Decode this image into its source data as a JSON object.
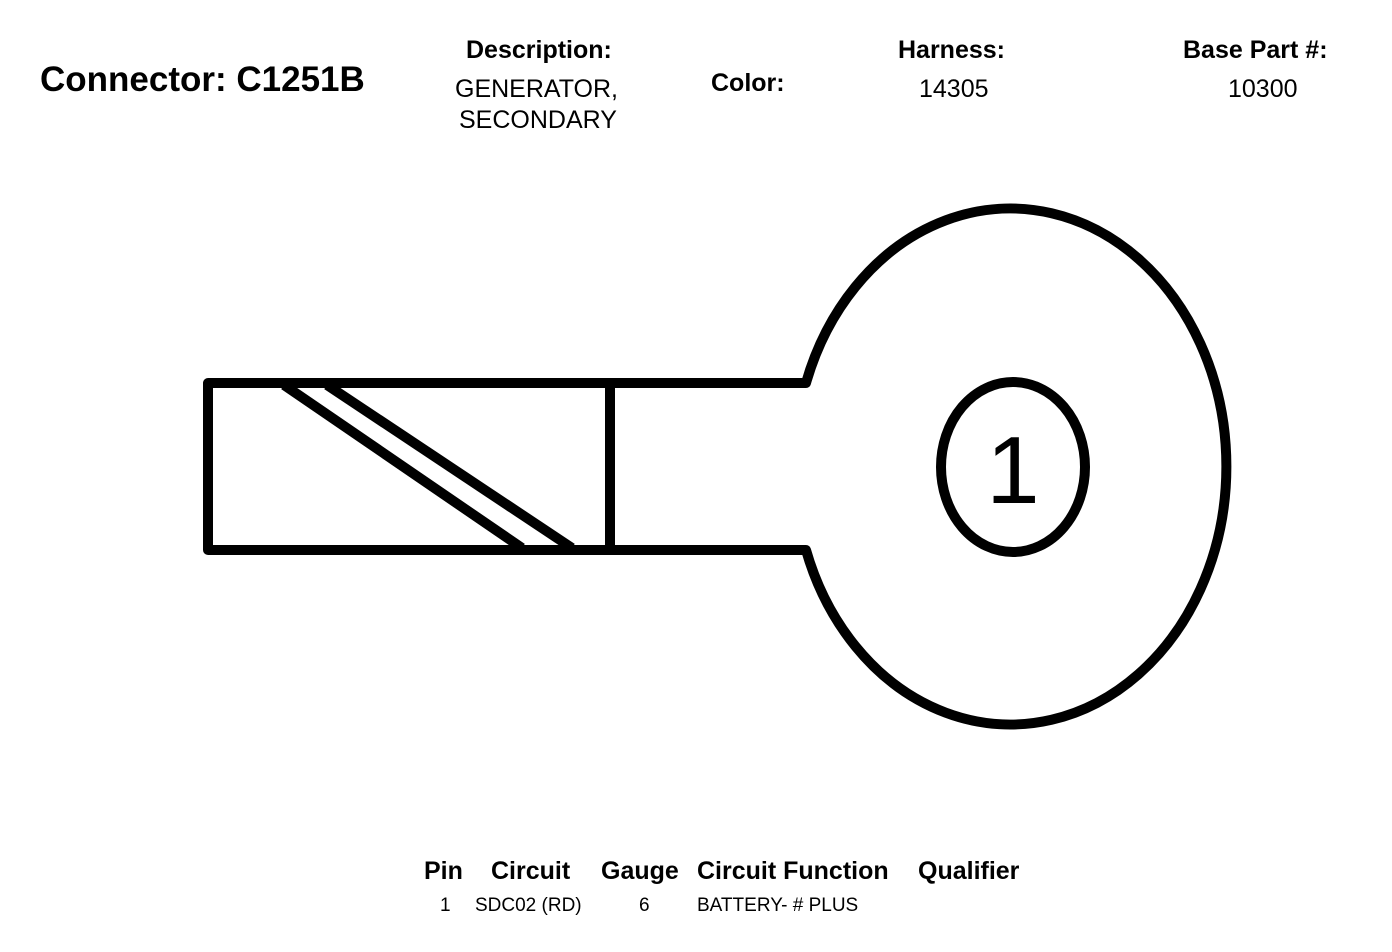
{
  "connector": {
    "title": "Connector: C1251B"
  },
  "description": {
    "label": "Description:",
    "line1": "GENERATOR,",
    "line2": "SECONDARY"
  },
  "color": {
    "label": "Color:"
  },
  "harness": {
    "label": "Harness:",
    "value": "14305"
  },
  "base_part": {
    "label": "Base Part #:",
    "value": "10300"
  },
  "diagram": {
    "pin_label": "1"
  },
  "pin_table": {
    "headers": {
      "pin": "Pin",
      "circuit": "Circuit",
      "gauge": "Gauge",
      "circuit_function": "Circuit Function",
      "qualifier": "Qualifier"
    },
    "rows": [
      {
        "pin": "1",
        "circuit": "SDC02 (RD)",
        "gauge": "6",
        "circuit_function": "BATTERY- # PLUS",
        "qualifier": ""
      }
    ]
  }
}
